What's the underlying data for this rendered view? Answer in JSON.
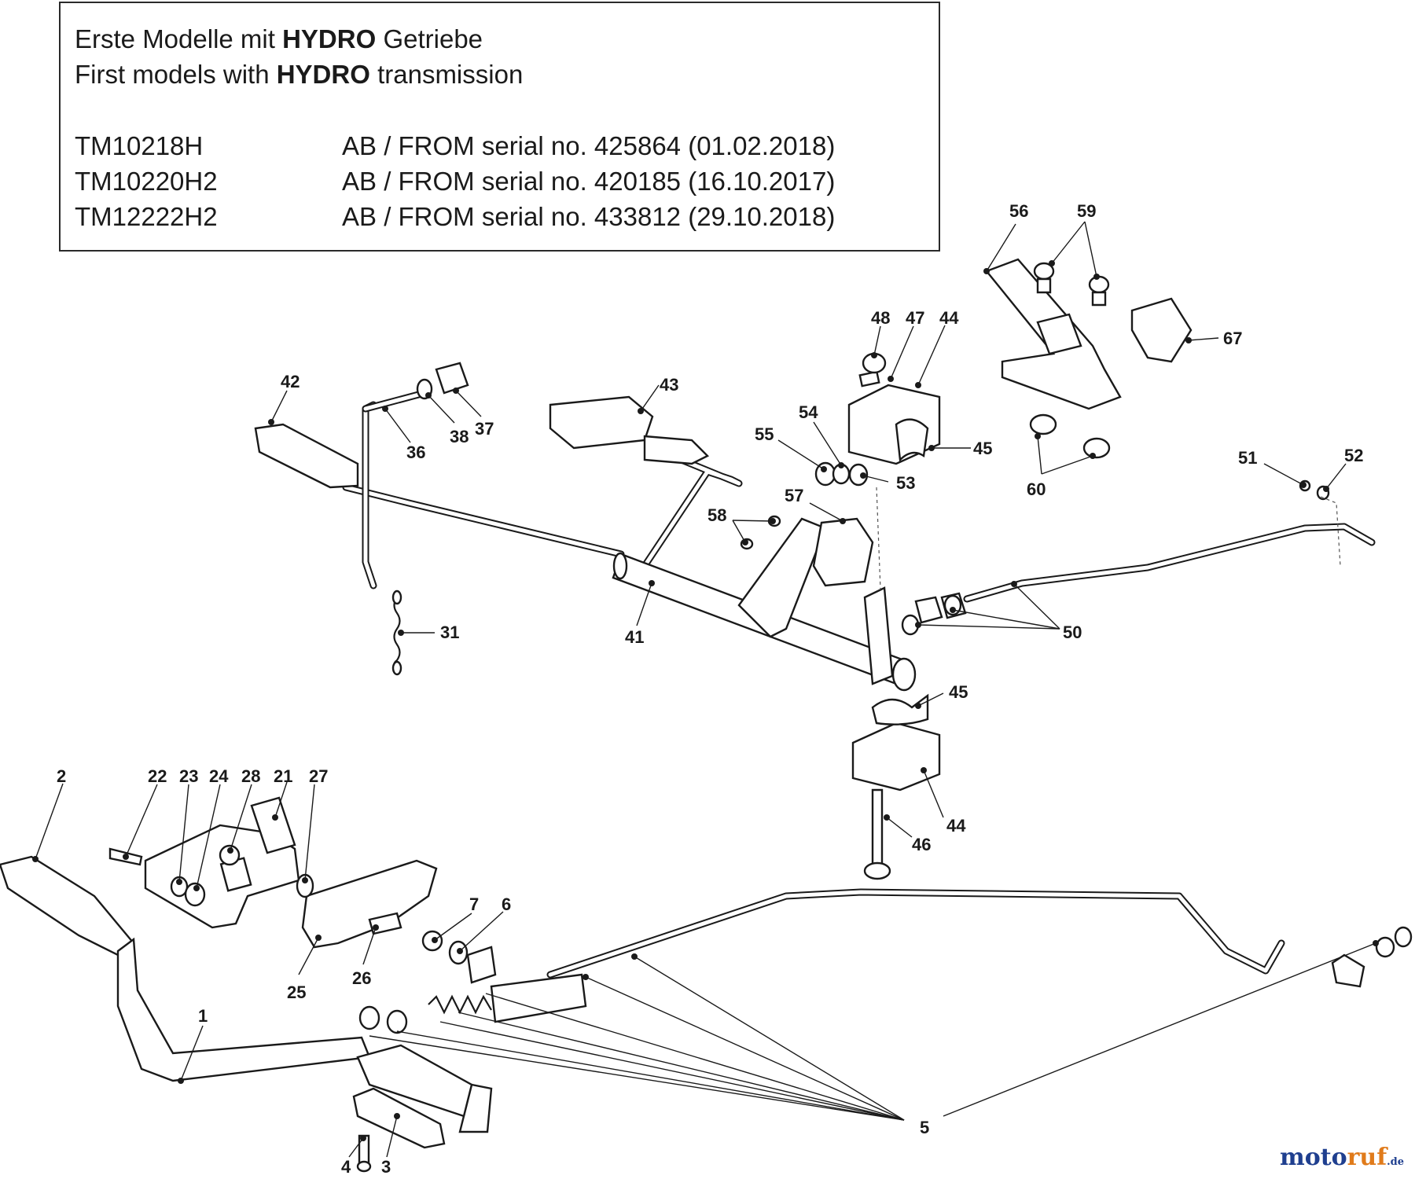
{
  "header": {
    "line1": {
      "pre": "Erste Modelle mit ",
      "bold": "HYDRO",
      "post": " Getriebe"
    },
    "line2": {
      "pre": "First models with ",
      "bold": "HYDRO",
      "post": " transmission"
    },
    "models": [
      {
        "model": "TM10218H",
        "serial": "AB / FROM serial no. 425864 (01.02.2018)"
      },
      {
        "model": "TM10220H2",
        "serial": "AB / FROM serial no. 420185 (16.10.2017)"
      },
      {
        "model": "TM12222H2",
        "serial": "AB / FROM serial no. 433812 (29.10.2018)"
      }
    ]
  },
  "callouts": [
    "1",
    "2",
    "3",
    "4",
    "5",
    "6",
    "7",
    "21",
    "22",
    "23",
    "24",
    "25",
    "26",
    "27",
    "28",
    "31",
    "36",
    "37",
    "38",
    "41",
    "42",
    "43",
    "44",
    "45",
    "46",
    "47",
    "48",
    "50",
    "51",
    "52",
    "53",
    "54",
    "55",
    "56",
    "57",
    "58",
    "59",
    "60",
    "67"
  ],
  "logo": {
    "main": "moto",
    "accent": "ruf",
    "tld": ".de"
  }
}
